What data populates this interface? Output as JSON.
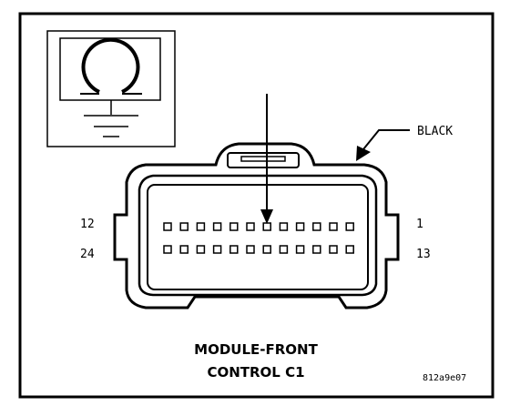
{
  "diagram": {
    "color_label": "BLACK",
    "pin_labels": {
      "top_left": "12",
      "bottom_left": "24",
      "top_right": "1",
      "bottom_right": "13"
    },
    "pin_rows": 2,
    "pins_per_row": 12,
    "title_line1": "MODULE-FRONT",
    "title_line2": "CONTROL C1",
    "figure_code": "812a9e07",
    "icon": "ground-symbol-icon"
  }
}
